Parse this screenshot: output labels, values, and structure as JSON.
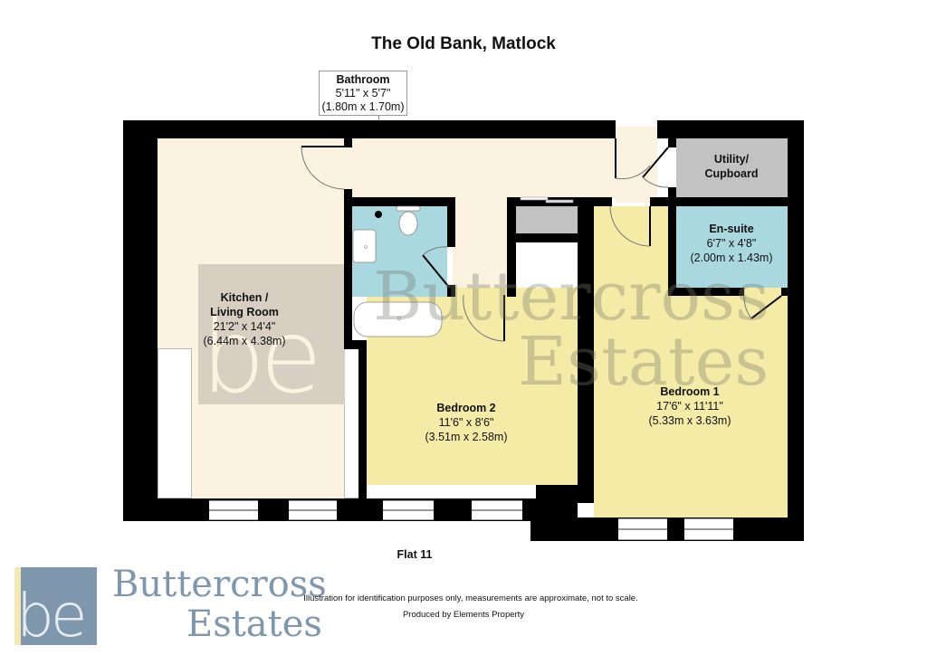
{
  "header": {
    "title": "The Old Bank, Matlock"
  },
  "callout": {
    "name": "Bathroom",
    "imperial": "5'11\" x 5'7\"",
    "metric": "(1.80m x 1.70m)"
  },
  "rooms": {
    "kitchen": {
      "name_line1": "Kitchen /",
      "name_line2": "Living Room",
      "imperial": "21'2\" x 14'4\"",
      "metric": "(6.44m x 4.38m)",
      "color": "#fbf2e0"
    },
    "bedroom2": {
      "name": "Bedroom 2",
      "imperial": "11'6\" x 8'6\"",
      "metric": "(3.51m x  2.58m)",
      "color": "#f4eba6"
    },
    "bedroom1": {
      "name": "Bedroom 1",
      "imperial": "17'6\" x 11'11\"",
      "metric": "(5.33m x 3.63m)",
      "color": "#f4eba6"
    },
    "ensuite": {
      "name": "En-suite",
      "imperial": "6'7\" x 4'8\"",
      "metric": "(2.00m x 1.43m)",
      "color": "#aad8df"
    },
    "utility": {
      "name_line1": "Utility/",
      "name_line2": "Cupboard",
      "color": "#c2c2c2"
    },
    "bathroom": {
      "color": "#aad8df"
    }
  },
  "watermark": {
    "line1": "Buttercross",
    "line2": "Estates",
    "monogram": "be"
  },
  "plan": {
    "flat_label": "Flat 11"
  },
  "footer": {
    "disclaimer": "Illustration for identification purposes only, measurements are approximate, not to scale.",
    "producer": "Produced by Elements Property"
  },
  "logo": {
    "monogram": "be",
    "line1": "Buttercross",
    "line2": "Estates",
    "brand_color": "#7f97ad"
  }
}
